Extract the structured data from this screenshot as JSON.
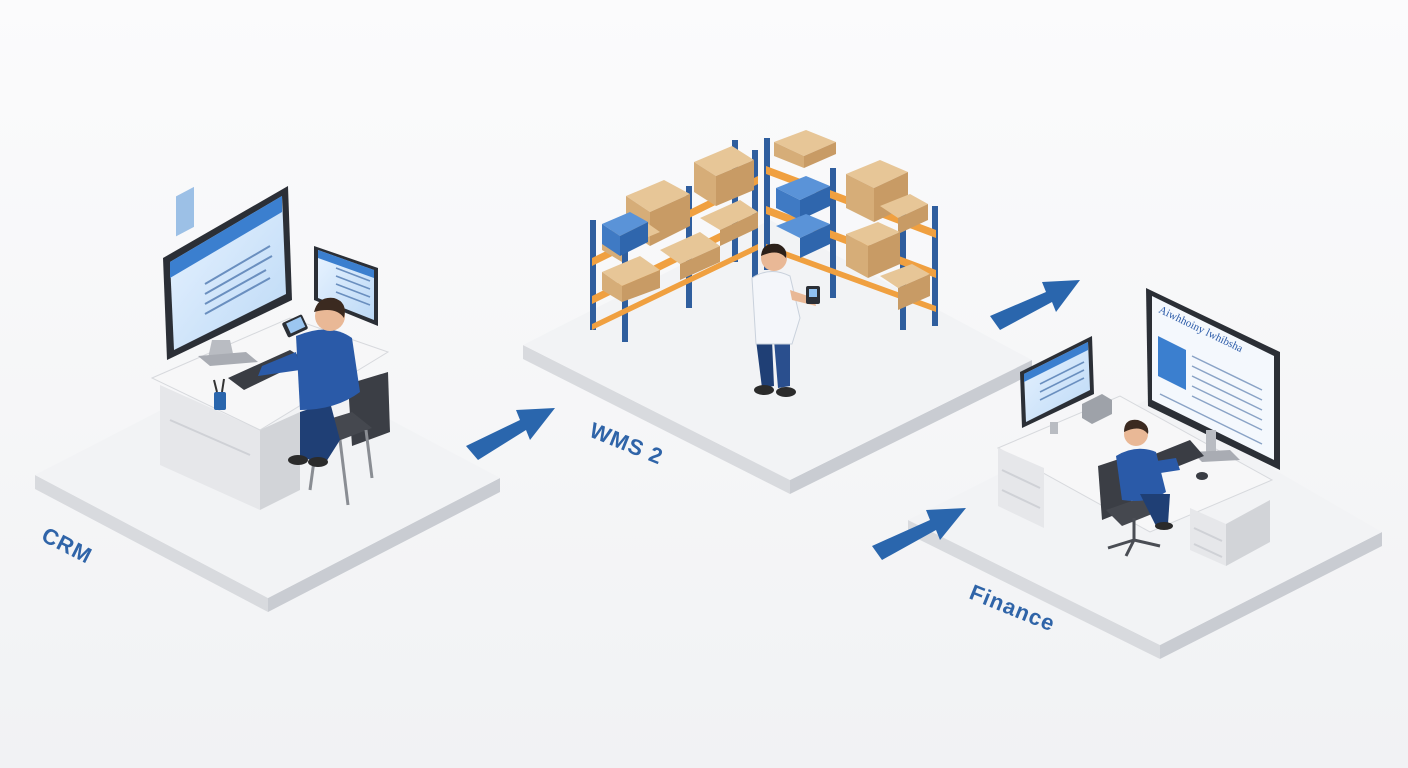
{
  "stations": {
    "crm": {
      "label": "CRM"
    },
    "wms": {
      "label": "WMS 2"
    },
    "finance": {
      "label": "Finance"
    }
  },
  "screens": {
    "finance_monitor_heading": "Aiwhhoiny lwhibsha"
  },
  "colors": {
    "accent": "#2a66ad",
    "label": "#2f64a8",
    "platform_top": "#f2f3f5",
    "platform_side": "#d9dbe0",
    "shelf_orange": "#f0a040",
    "shelf_blue": "#2f5e9e",
    "box": "#d9b07c"
  }
}
